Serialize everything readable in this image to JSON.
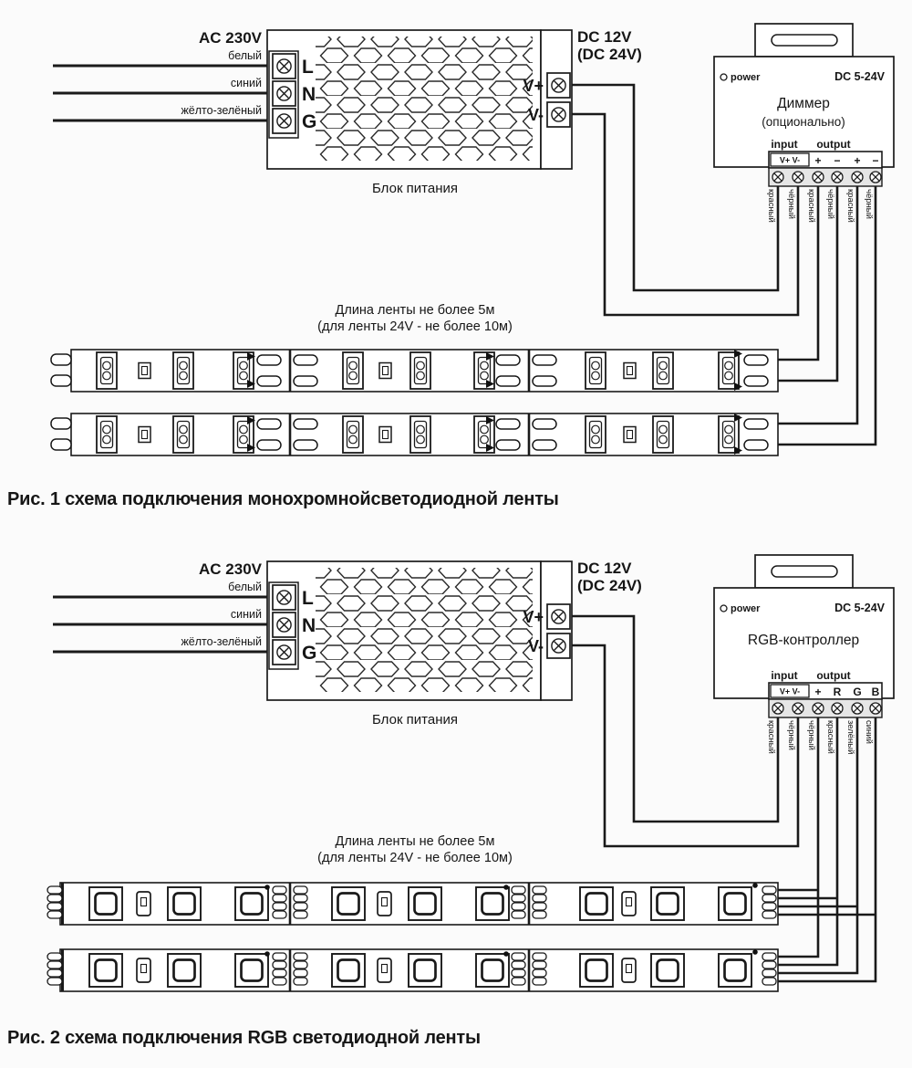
{
  "figure1": {
    "ac_input": {
      "voltage": "AC 230V",
      "wire_white": "белый",
      "wire_blue": "синий",
      "wire_yellow_green": "жёлто-зелёный"
    },
    "psu": {
      "terminal_l": "L",
      "terminal_n": "N",
      "terminal_g": "G",
      "caption": "Блок питания",
      "dc_output_line1": "DC 12V",
      "dc_output_line2": "(DC 24V)",
      "terminal_vplus": "V+",
      "terminal_vminus": "V-"
    },
    "controller": {
      "power_label": "power",
      "dc_range": "DC 5-24V",
      "title": "Диммер",
      "subtitle": "(опционально)",
      "input_label": "input",
      "output_label": "output",
      "input_terminals": "V+ V-",
      "output_terminal_1": "+",
      "output_terminal_2": "−",
      "output_terminal_3": "+",
      "output_terminal_4": "−"
    },
    "wire_colors": {
      "w1": "красный",
      "w2": "чёрный",
      "w3": "красный",
      "w4": "чёрный",
      "w5": "красный",
      "w6": "чёрный"
    },
    "strip_note_line1": "Длина ленты не более 5м",
    "strip_note_line2": "(для ленты 24V - не более 10м)",
    "caption": "Рис. 1 схема подключения монохромнойсветодиодной ленты"
  },
  "figure2": {
    "ac_input": {
      "voltage": "AC 230V",
      "wire_white": "белый",
      "wire_blue": "синий",
      "wire_yellow_green": "жёлто-зелёный"
    },
    "psu": {
      "terminal_l": "L",
      "terminal_n": "N",
      "terminal_g": "G",
      "caption": "Блок питания",
      "dc_output_line1": "DC 12V",
      "dc_output_line2": "(DC 24V)",
      "terminal_vplus": "V+",
      "terminal_vminus": "V-"
    },
    "controller": {
      "power_label": "power",
      "dc_range": "DC 5-24V",
      "title": "RGB-контроллер",
      "input_label": "input",
      "output_label": "output",
      "input_terminals": "V+ V-",
      "output_terminal_1": "+",
      "output_terminal_2": "R",
      "output_terminal_3": "G",
      "output_terminal_4": "B"
    },
    "wire_colors": {
      "w1": "красный",
      "w2": "чёрный",
      "w3": "чёрный",
      "w4": "красный",
      "w5": "зелёный",
      "w6": "синий"
    },
    "strip_note_line1": "Длина ленты не более 5м",
    "strip_note_line2": "(для ленты 24V - не более 10м)",
    "caption": "Рис. 2 схема подключения RGB светодиодной ленты"
  }
}
